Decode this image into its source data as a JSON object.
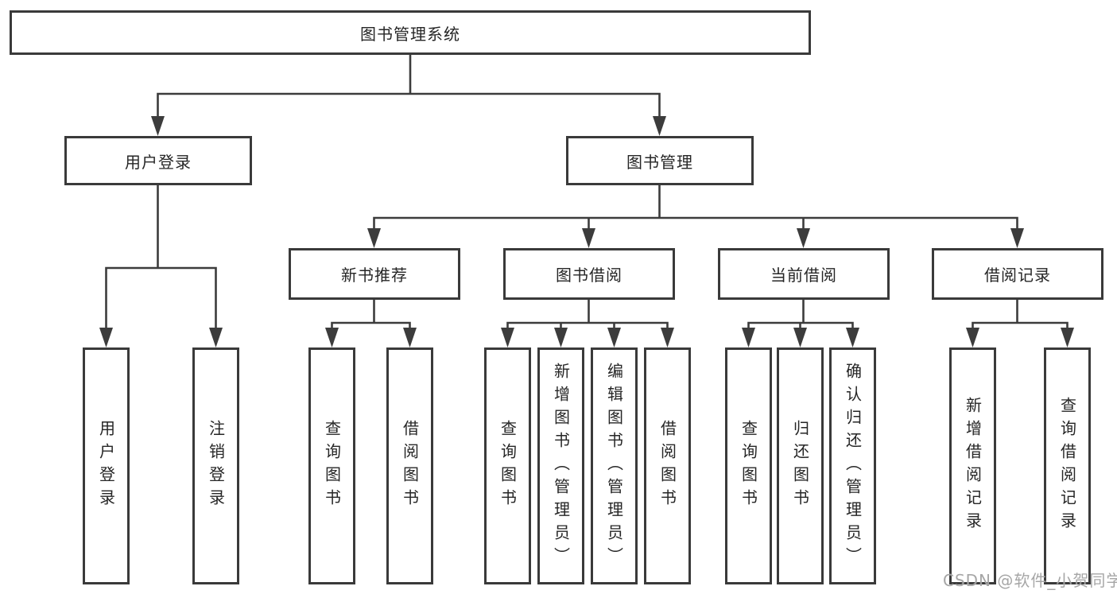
{
  "nodes": {
    "root": "图书管理系统",
    "user_login": "用户登录",
    "book_mgmt": "图书管理",
    "new_book_rec": "新书推荐",
    "book_borrow": "图书借阅",
    "current_borrow": "当前借阅",
    "borrow_records": "借阅记录",
    "leaves": {
      "login": [
        "用户登录",
        "注销登录"
      ],
      "rec": [
        "查询图书",
        "借阅图书"
      ],
      "borrow": [
        "查询图书",
        "新增图书（管理员）",
        "编辑图书（管理员）",
        "借阅图书"
      ],
      "current": [
        "查询图书",
        "归还图书",
        "确认归还（管理员）"
      ],
      "records": [
        "新增借阅记录",
        "查询借阅记录"
      ]
    }
  },
  "watermark": "CSDN @软件_小贺同学",
  "colors": {
    "line": "#3c3c3c",
    "border": "#3a3a3a",
    "text": "#262626",
    "watermark": "#9e9e9e",
    "background": "#ffffff"
  }
}
